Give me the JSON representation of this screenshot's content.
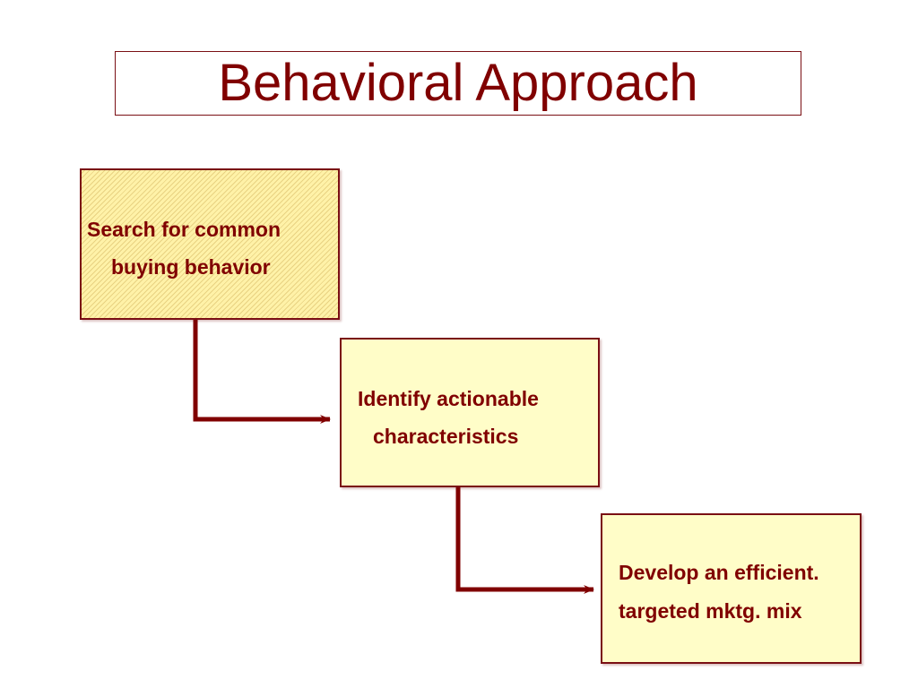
{
  "title": "Behavioral Approach",
  "steps": [
    {
      "line1": "Search for common",
      "line2": "buying behavior"
    },
    {
      "line1": "Identify actionable",
      "line2": "characteristics"
    },
    {
      "line1": "Develop an efficient.",
      "line2": "targeted mktg. mix"
    }
  ],
  "colors": {
    "text": "#800000",
    "border": "#7a0f14",
    "box_fill": "#fffdc8",
    "connector": "#800000"
  }
}
